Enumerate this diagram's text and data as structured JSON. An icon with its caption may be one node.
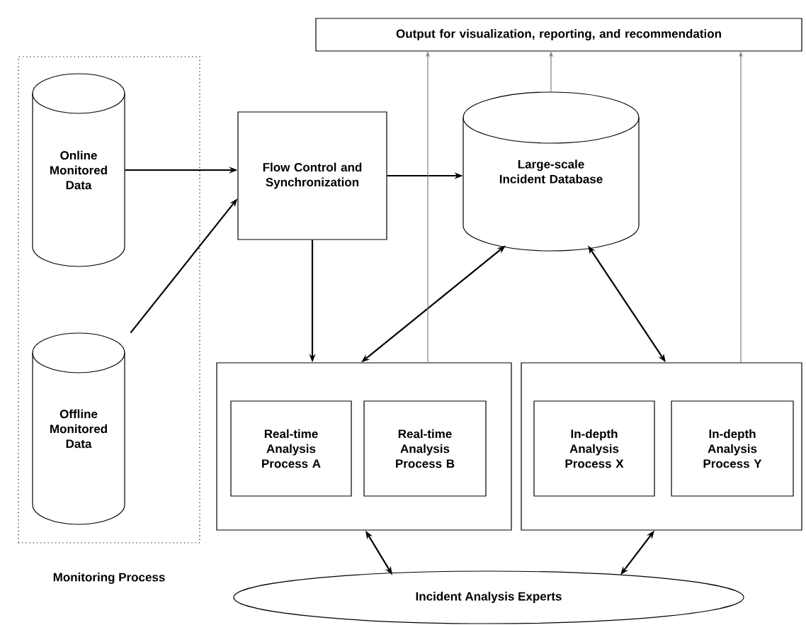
{
  "diagram": {
    "nodes": [
      {
        "text": [
          "Monitoring Process"
        ]
      },
      {
        "text": [
          "Online Monitored Data"
        ],
        "in": 0
      },
      {
        "text": [
          "Offline Monitored Data"
        ],
        "in": 0
      },
      {
        "text": [
          "Flow Control and Synchronization"
        ]
      },
      {
        "text": [
          "Output for visualization, reporting, and recommendation"
        ]
      },
      {
        "text": [
          "Large-scale Incident Database"
        ]
      },
      {
        "text": [],
        "shape": "box"
      },
      {
        "text": [
          "Real-time Analysis Process A"
        ],
        "in": 6
      },
      {
        "text": [
          "Real-time Analysis Process B"
        ],
        "in": 6
      },
      {
        "text": [],
        "shape": "box"
      },
      {
        "text": [
          "In-depth Analysis Process X"
        ],
        "in": 9
      },
      {
        "text": [
          "In-depth Analysis Process Y"
        ],
        "in": 9
      },
      {
        "text": [
          "Incident Analysis Experts"
        ]
      }
    ],
    "edges": [
      {
        "from": 1,
        "to": 3,
        "arrow": "to"
      },
      {
        "from": 2,
        "to": 3,
        "arrow": "to"
      },
      {
        "from": 3,
        "to": 5,
        "arrow": "to"
      },
      {
        "from": 3,
        "to": 6,
        "arrow": "to"
      },
      {
        "from": 6,
        "to": 5,
        "arrow": "both"
      },
      {
        "from": 9,
        "to": 5,
        "arrow": "both"
      },
      {
        "from": 5,
        "to": 4,
        "arrow": "to",
        "color": "#808080"
      },
      {
        "from": 6,
        "to": 4,
        "arrow": "to",
        "color": "#808080"
      },
      {
        "from": 9,
        "to": 4,
        "arrow": "to",
        "color": "#808080"
      },
      {
        "from": 6,
        "to": 12,
        "arrow": "both"
      },
      {
        "from": 9,
        "to": 12,
        "arrow": "both"
      }
    ]
  }
}
